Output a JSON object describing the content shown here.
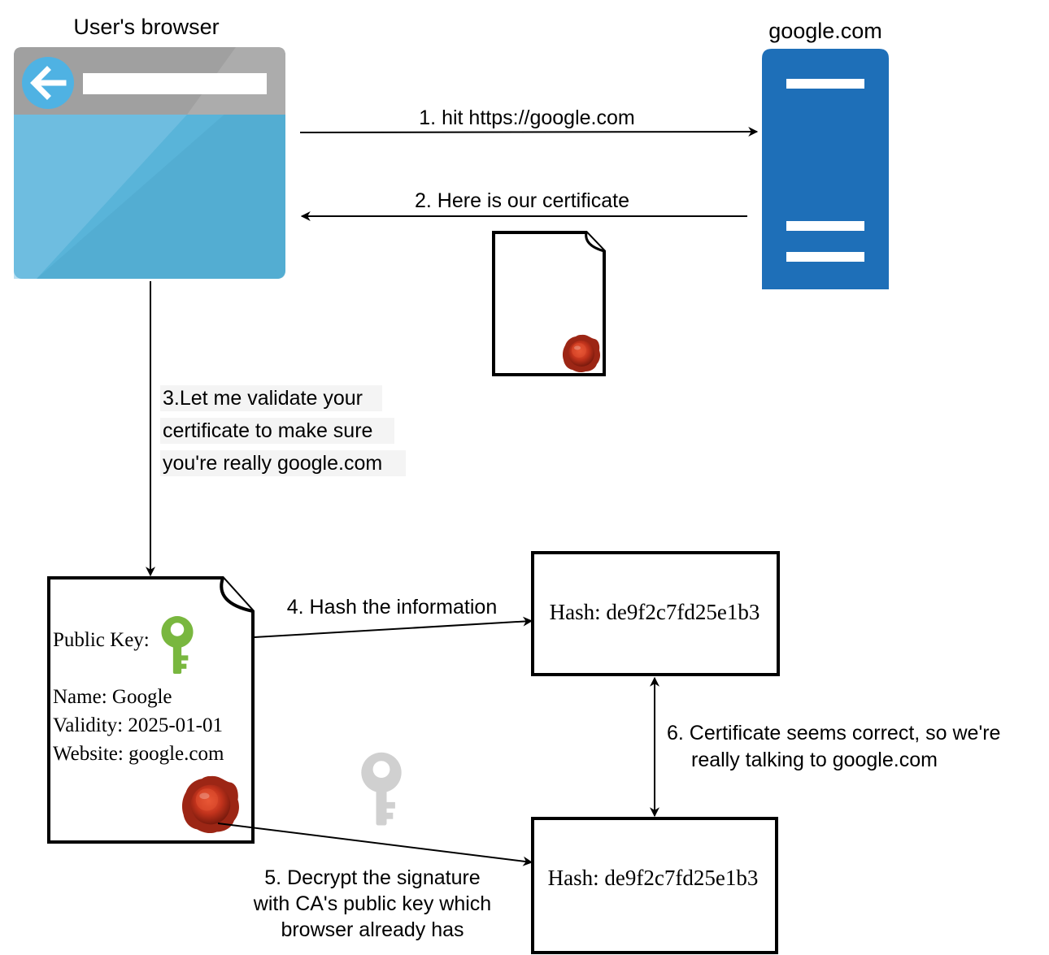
{
  "labels": {
    "browser_title": "User's browser",
    "server_title": "google.com",
    "step1": "1. hit https://google.com",
    "step2": "2. Here is our certificate",
    "step3_lines": [
      "3.Let me validate your",
      "certificate to make sure",
      "you're really google.com"
    ],
    "step4": "4. Hash the information",
    "step5_lines": [
      "5. Decrypt the signature",
      "with CA's public key which",
      "browser already has"
    ],
    "step6_lines": [
      "6. Certificate seems correct, so we're",
      "really talking to google.com"
    ]
  },
  "certificate": {
    "public_key_label": "Public Key:",
    "name": "Name: Google",
    "validity": "Validity: 2025-01-01",
    "website": "Website: google.com"
  },
  "hash_boxes": {
    "computed": "Hash: de9f2c7fd25e1b3",
    "decrypted": "Hash: de9f2c7fd25e1b3"
  },
  "colors": {
    "browser_body": "#59b4d9",
    "browser_bar": "#a0a0a0",
    "browser_back": "#4fb2e3",
    "server": "#1e6fb8",
    "public_key": "#79b73f",
    "ca_key": "#d0d0d0",
    "seal": "#c2331c"
  },
  "icons": [
    "back-arrow-icon",
    "server-icon",
    "document-icon",
    "wax-seal-icon",
    "key-icon"
  ]
}
